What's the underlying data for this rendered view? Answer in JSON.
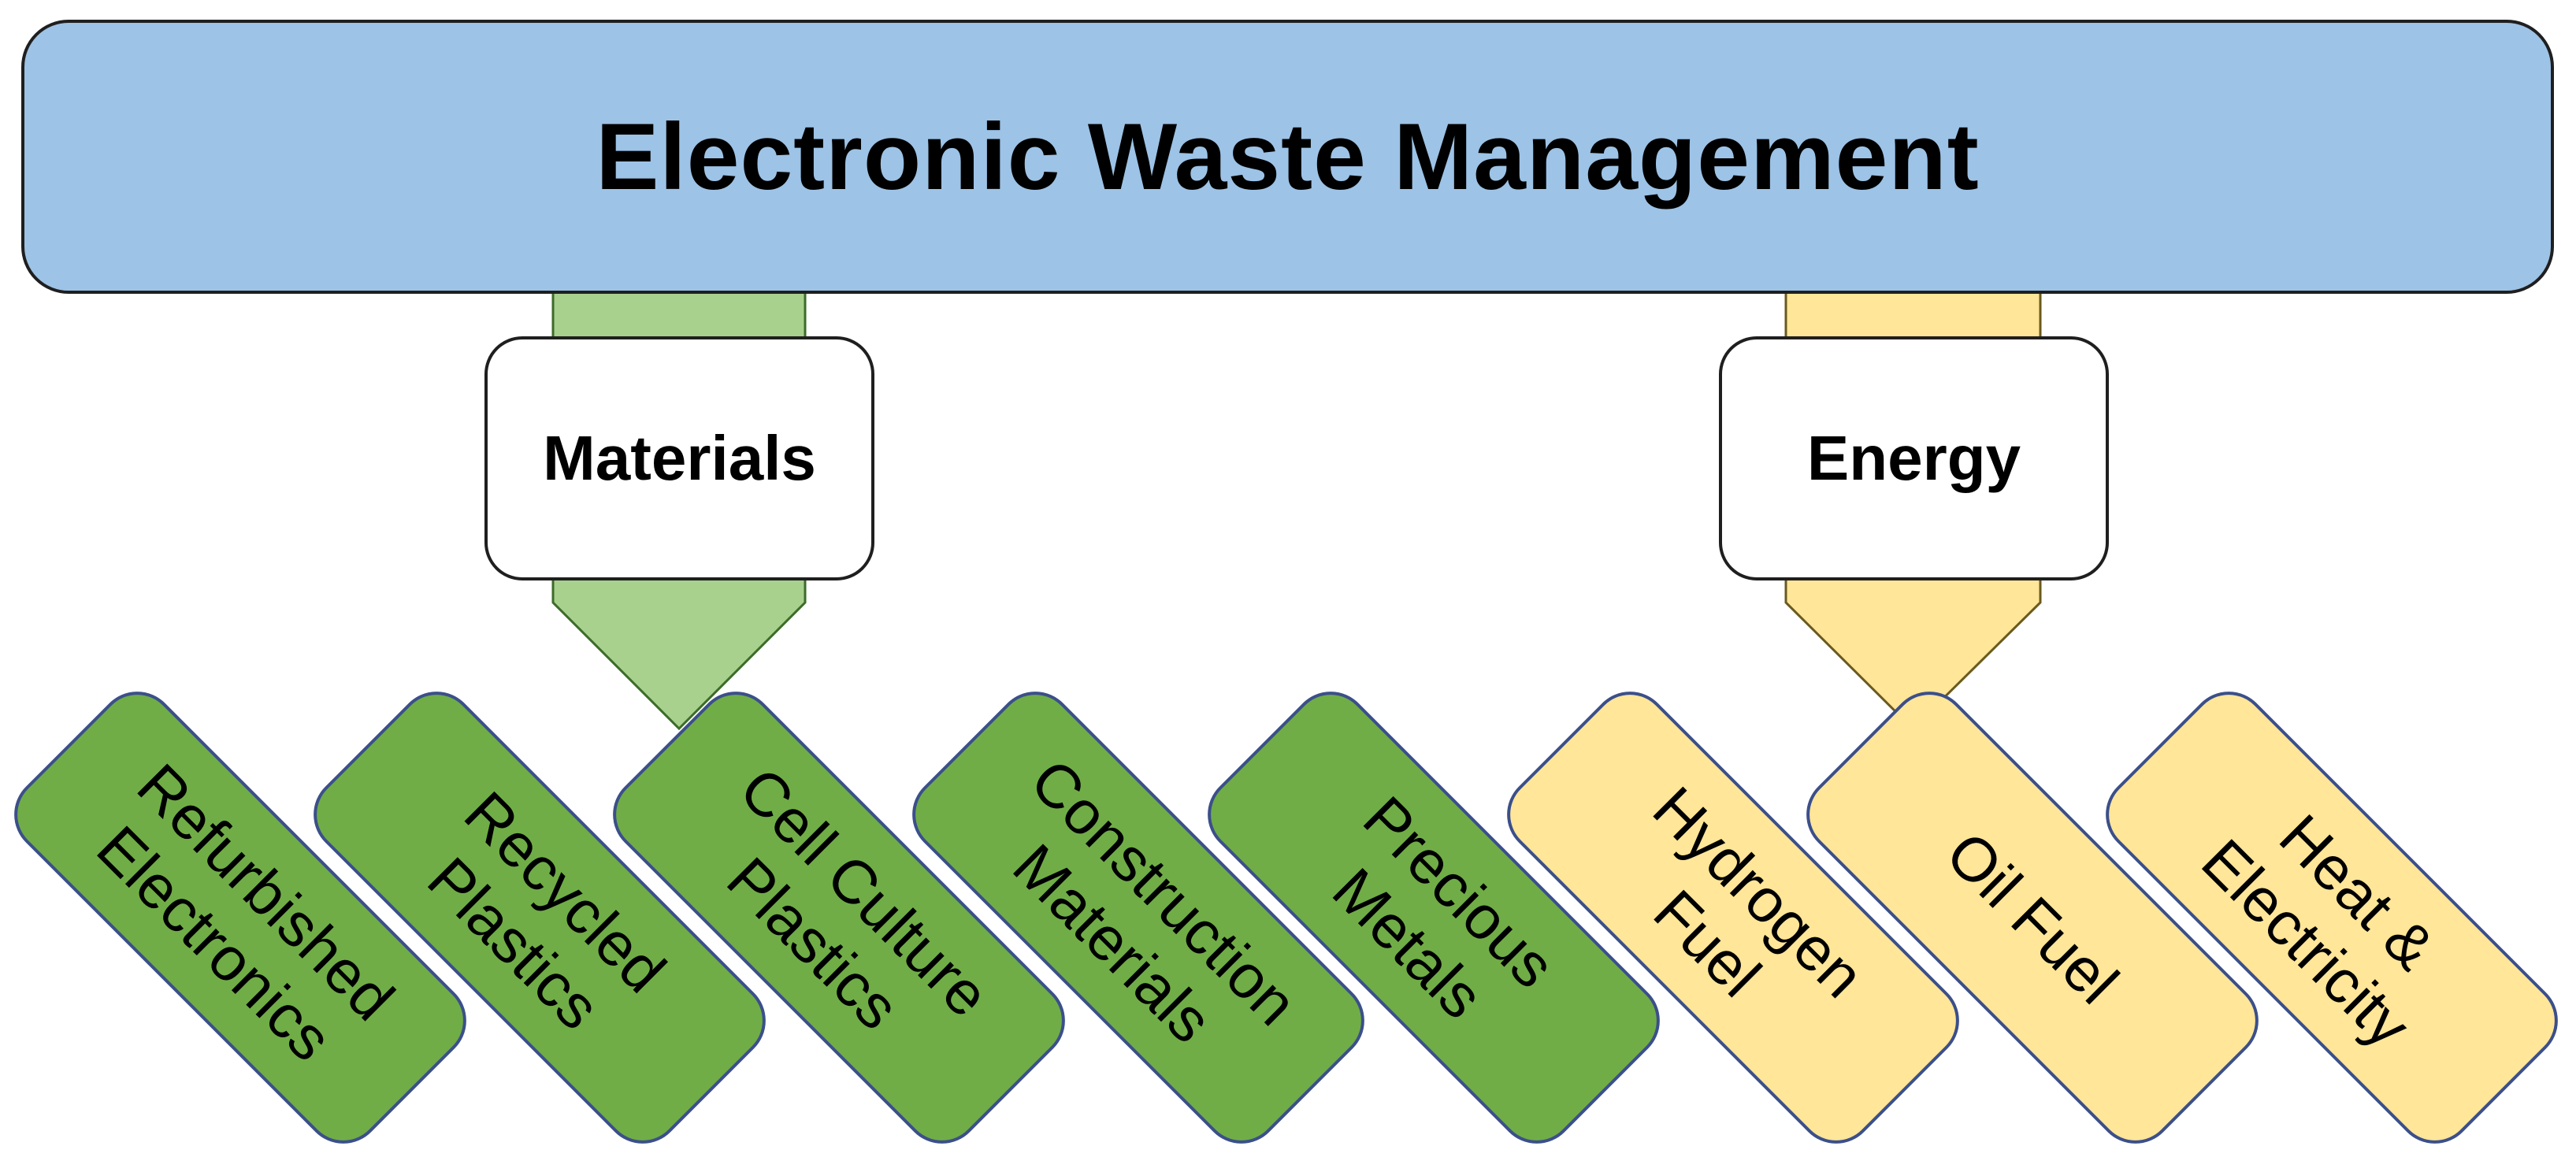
{
  "title": "Electronic Waste Management",
  "categories": [
    {
      "label": "Materials"
    },
    {
      "label": "Energy"
    }
  ],
  "items": [
    {
      "label": "Refurbished\nElectronics",
      "group": "Materials"
    },
    {
      "label": "Recycled\nPlastics",
      "group": "Materials"
    },
    {
      "label": "Cell Culture\nPlastics",
      "group": "Materials"
    },
    {
      "label": "Construction\nMaterials",
      "group": "Materials"
    },
    {
      "label": "Precious\nMetals",
      "group": "Materials"
    },
    {
      "label": "Hydrogen\nFuel",
      "group": "Energy"
    },
    {
      "label": "Oil Fuel",
      "group": "Energy"
    },
    {
      "label": "Heat &\nElectricity",
      "group": "Energy"
    }
  ],
  "colors": {
    "title_fill": "#9dc3e6",
    "materials_arrow": "#a9d18e",
    "materials_leaf": "#70ad47",
    "energy_arrow": "#ffe699",
    "energy_leaf": "#ffe699",
    "leaf_border": "#3b4f8a"
  }
}
